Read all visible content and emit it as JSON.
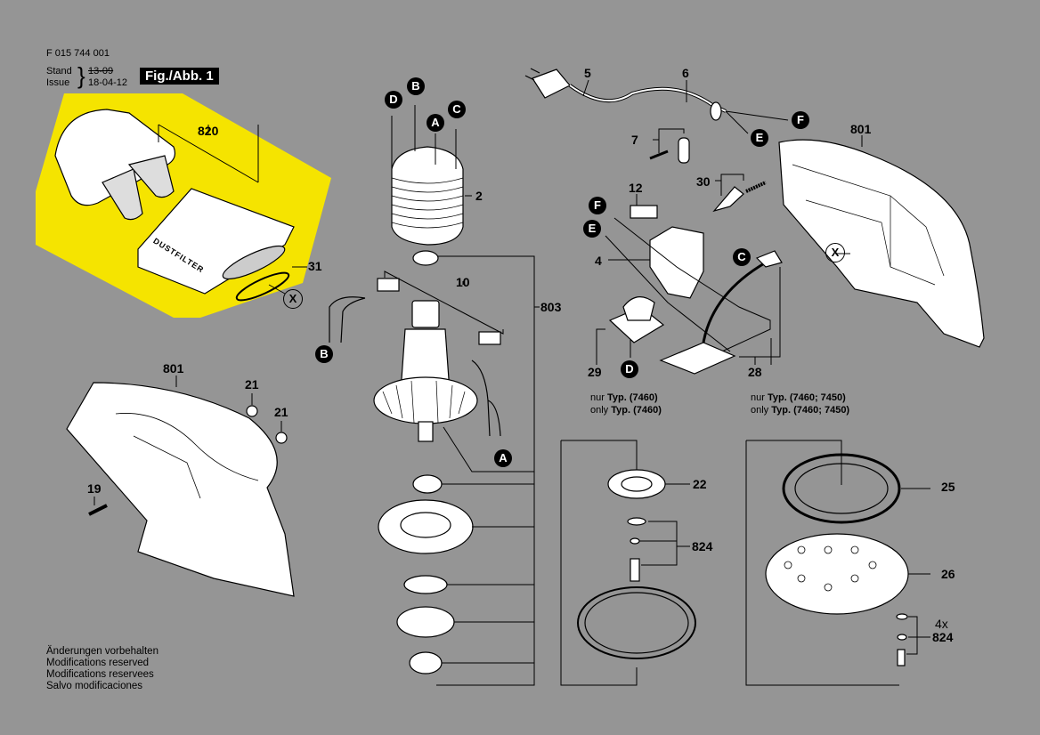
{
  "header": {
    "part_number": "F 015 744 001",
    "stand_label": "Stand",
    "issue_label": "Issue",
    "old_date": "13-09",
    "new_date": "18-04-12",
    "figure_label": "Fig./Abb. 1"
  },
  "highlight_color": "#f5e400",
  "part_labels": {
    "p820": "820",
    "p31": "31",
    "p2": "2",
    "p10": "10",
    "p803": "803",
    "p5": "5",
    "p6": "6",
    "p7": "7",
    "p801_right": "801",
    "p12": "12",
    "p30": "30",
    "p4": "4",
    "p29": "29",
    "p28": "28",
    "p801_left": "801",
    "p21a": "21",
    "p21b": "21",
    "p19": "19",
    "p22": "22",
    "p824_mid": "824",
    "p25": "25",
    "p26": "26",
    "p824_right_qty": "4x",
    "p824_right": "824"
  },
  "callouts": {
    "D_top": "D",
    "B_top": "B",
    "A_top": "A",
    "C_top": "C",
    "B_wire": "B",
    "A_wire": "A",
    "F_cord": "F",
    "E_cord": "E",
    "F_switch": "F",
    "E_switch": "E",
    "C_switch": "C",
    "D_board": "D",
    "X_filter": "X",
    "X_housing": "X"
  },
  "filter_text": "DUSTFILTER",
  "notes": {
    "p29_line1_prefix": "nur",
    "p29_line1_typ": "Typ.",
    "p29_line1_val": "(7460)",
    "p29_line2_prefix": "only",
    "p29_line2_typ": "Typ.",
    "p29_line2_val": "(7460)",
    "p28_line1_prefix": "nur",
    "p28_line1_typ": "Typ.",
    "p28_line1_val": "(7460; 7450)",
    "p28_line2_prefix": "only",
    "p28_line2_typ": "Typ.",
    "p28_line2_val": "(7460; 7450)"
  },
  "footer": [
    "Änderungen vorbehalten",
    "Modifications reserved",
    "Modifications reservees",
    "Salvo modificaciones"
  ]
}
